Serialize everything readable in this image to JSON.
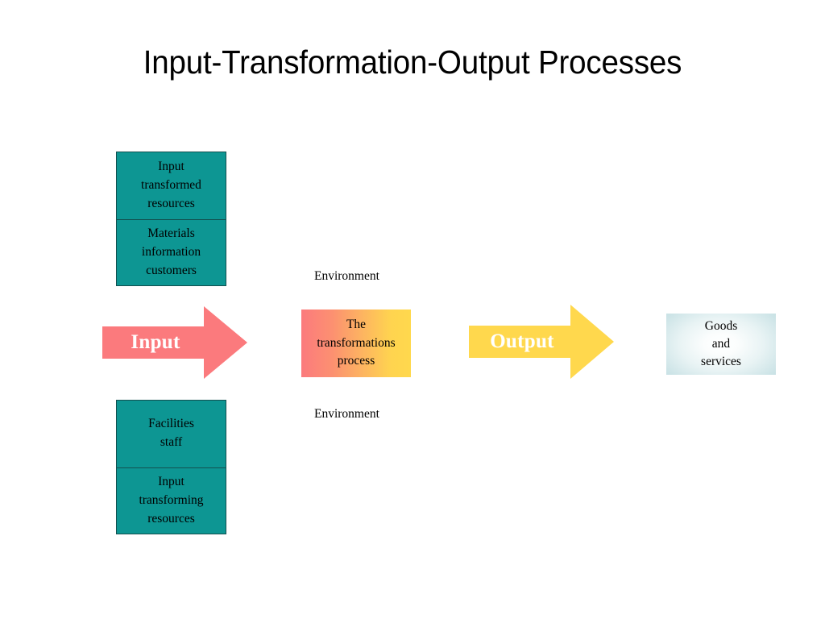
{
  "slide": {
    "title": "Input-Transformation-Output Processes",
    "background": "#ffffff"
  },
  "colors": {
    "teal_fill": "#0d9693",
    "teal_border": "#12504f",
    "input_arrow": "#fb7a7d",
    "output_arrow": "#ffd84d",
    "transformation_gradient_start": "#fb7a7d",
    "transformation_gradient_end": "#ffd84d",
    "goods_gradient_edge": "#c6e0e4",
    "goods_gradient_center": "#ffffff",
    "text": "#000000",
    "arrow_label_text": "#ffffff"
  },
  "diagram": {
    "type": "process-flow",
    "input_resources_top": {
      "name": "input-transformed-resources",
      "cells": [
        {
          "lines": [
            "Input",
            "transformed",
            "resources"
          ]
        },
        {
          "lines": [
            "Materials",
            "information",
            "customers"
          ]
        }
      ]
    },
    "input_resources_bottom": {
      "name": "input-transforming-resources",
      "cells": [
        {
          "lines": [
            "Facilities",
            "staff"
          ]
        },
        {
          "lines": [
            "Input",
            "transforming",
            "resources"
          ]
        }
      ]
    },
    "input_arrow": {
      "label": "Input",
      "direction": "right",
      "color": "#fb7a7d"
    },
    "output_arrow": {
      "label": "Output",
      "direction": "right",
      "color": "#ffd84d"
    },
    "transformation_box": {
      "lines": [
        "The",
        "transformations",
        "process"
      ]
    },
    "goods_box": {
      "lines": [
        "Goods",
        "and",
        "services"
      ]
    },
    "environment_labels": [
      {
        "text": "Environment",
        "position": "above-transformation"
      },
      {
        "text": "Environment",
        "position": "below-transformation"
      }
    ]
  }
}
